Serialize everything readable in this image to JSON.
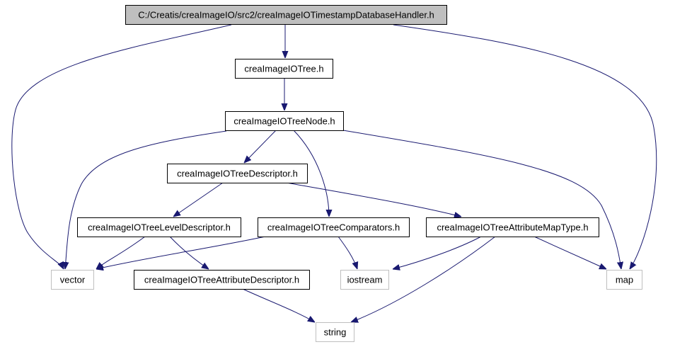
{
  "diagram": {
    "type": "include-dependency-graph",
    "nodes": [
      {
        "id": "root",
        "label": "C:/Creatis/creaImageIO/src2/creaImageIOTimestampDatabaseHandler.h",
        "kind": "root"
      },
      {
        "id": "tree",
        "label": "creaImageIOTree.h",
        "kind": "internal"
      },
      {
        "id": "treenode",
        "label": "creaImageIOTreeNode.h",
        "kind": "internal"
      },
      {
        "id": "treedesc",
        "label": "creaImageIOTreeDescriptor.h",
        "kind": "internal"
      },
      {
        "id": "leveldesc",
        "label": "creaImageIOTreeLevelDescriptor.h",
        "kind": "internal"
      },
      {
        "id": "comparators",
        "label": "creaImageIOTreeComparators.h",
        "kind": "internal"
      },
      {
        "id": "attrmap",
        "label": "creaImageIOTreeAttributeMapType.h",
        "kind": "internal"
      },
      {
        "id": "attrdesc",
        "label": "creaImageIOTreeAttributeDescriptor.h",
        "kind": "internal"
      },
      {
        "id": "vector",
        "label": "vector",
        "kind": "external"
      },
      {
        "id": "iostream",
        "label": "iostream",
        "kind": "external"
      },
      {
        "id": "map",
        "label": "map",
        "kind": "external"
      },
      {
        "id": "string",
        "label": "string",
        "kind": "external"
      }
    ],
    "edges": [
      {
        "from": "root",
        "to": "tree"
      },
      {
        "from": "root",
        "to": "vector"
      },
      {
        "from": "root",
        "to": "map"
      },
      {
        "from": "tree",
        "to": "treenode"
      },
      {
        "from": "treenode",
        "to": "treedesc"
      },
      {
        "from": "treenode",
        "to": "vector"
      },
      {
        "from": "treenode",
        "to": "comparators"
      },
      {
        "from": "treenode",
        "to": "map"
      },
      {
        "from": "treedesc",
        "to": "leveldesc"
      },
      {
        "from": "treedesc",
        "to": "attrmap"
      },
      {
        "from": "leveldesc",
        "to": "vector"
      },
      {
        "from": "leveldesc",
        "to": "attrdesc"
      },
      {
        "from": "comparators",
        "to": "vector"
      },
      {
        "from": "comparators",
        "to": "iostream"
      },
      {
        "from": "attrmap",
        "to": "iostream"
      },
      {
        "from": "attrmap",
        "to": "map"
      },
      {
        "from": "attrmap",
        "to": "string"
      },
      {
        "from": "attrdesc",
        "to": "string"
      }
    ]
  },
  "colors": {
    "edge": "#191970",
    "root_fill": "#bfbfbf",
    "node_border": "#000000",
    "external_border": "#bfbfbf"
  }
}
